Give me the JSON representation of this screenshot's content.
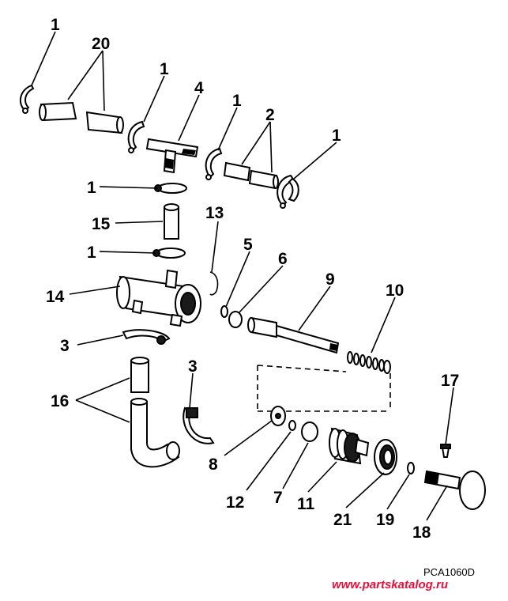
{
  "callouts": {
    "c1a": "1",
    "c20": "20",
    "c1b": "1",
    "c4": "4",
    "c1c": "1",
    "c2": "2",
    "c1d": "1",
    "c1e": "1",
    "c15": "15",
    "c13": "13",
    "c1f": "1",
    "c5": "5",
    "c6": "6",
    "c9": "9",
    "c10": "10",
    "c14": "14",
    "c3a": "3",
    "c3b": "3",
    "c16": "16",
    "c17": "17",
    "c8": "8",
    "c12": "12",
    "c7": "7",
    "c11": "11",
    "c21": "21",
    "c19": "19",
    "c18": "18"
  },
  "diagram_code": "PCA1060D",
  "watermark": "www.partskatalog.ru"
}
